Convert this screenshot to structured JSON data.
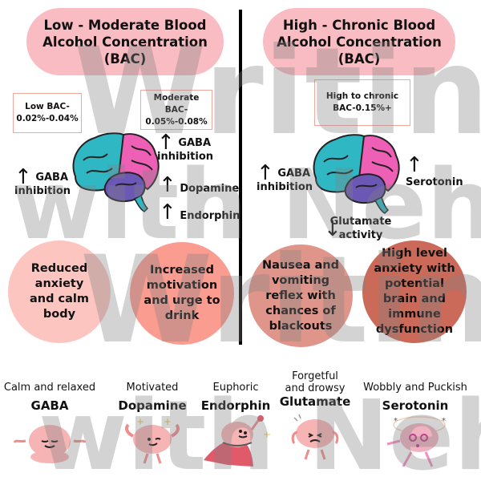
{
  "left": {
    "title": "Low - Moderate Blood Alcohol Concentration (BAC)",
    "boxes": [
      {
        "line1": "Low BAC-",
        "line2": "0.02%-0.04%"
      },
      {
        "line1": "Moderate BAC-",
        "line2": "0.05%-0.08%"
      }
    ],
    "effects": [
      {
        "arrow": "↑",
        "text": "GABA inhibition"
      },
      {
        "arrow": "↑",
        "text": "GABA inhibition"
      },
      {
        "arrow": "↑",
        "text": "Dopamine"
      },
      {
        "arrow": "↑",
        "text": "Endorphin"
      }
    ],
    "outcomes": [
      {
        "text": "Reduced anxiety and calm body",
        "color": "#fcc5c0"
      },
      {
        "text": "Increased motivation and urge to drink",
        "color": "#fa9c90"
      }
    ]
  },
  "right": {
    "title": "High - Chronic Blood Alcohol Concentration (BAC)",
    "box": {
      "line1": "High to chronic",
      "line2": "BAC-0.15%+"
    },
    "effects": [
      {
        "arrow": "↑",
        "text": "GABA inhibition"
      },
      {
        "arrow": "↑",
        "text": "Serotonin"
      },
      {
        "arrow": "↓",
        "text": "Glutamate activity"
      }
    ],
    "outcomes": [
      {
        "text": "Nausea and vomiting reflex with chances of blackouts",
        "color": "#e0958a"
      },
      {
        "text": "High level anxiety with potential brain and immune dysfunction",
        "color": "#cc6a5a"
      }
    ]
  },
  "characters": [
    {
      "mood": "Calm and relaxed",
      "neurotransmitter": "GABA",
      "icon": "meditating-brain-icon"
    },
    {
      "mood": "Motivated",
      "neurotransmitter": "Dopamine",
      "icon": "flexing-brain-icon"
    },
    {
      "mood": "Euphoric",
      "neurotransmitter": "Endorphin",
      "icon": "superhero-brain-icon"
    },
    {
      "mood": "Forgetful and drowsy",
      "neurotransmitter": "Glutamate",
      "icon": "drowsy-brain-icon"
    },
    {
      "mood": "Wobbly and Puckish",
      "neurotransmitter": "Serotonin",
      "icon": "dizzy-brain-icon"
    }
  ],
  "watermark": {
    "line1": "Writing",
    "line2": "with Neha"
  },
  "colors": {
    "pill": "#f9bcc2",
    "box_border": "#f0a89e",
    "brain_teal": "#2fb8c4",
    "brain_pink": "#ee5fb6",
    "brain_purple": "#6b57b4"
  }
}
